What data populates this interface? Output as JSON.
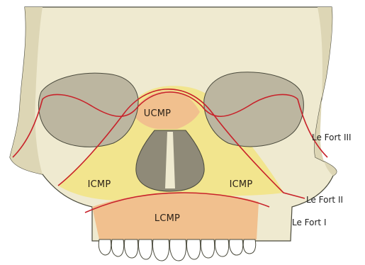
{
  "diagram": {
    "regions": {
      "upper_central": "UCMP",
      "left_lateral": "ICMP",
      "right_lateral": "ICMP",
      "lower_central": "LCMP"
    },
    "fracture_lines": {
      "le_fort_3": "Le Fort III",
      "le_fort_2": "Le Fort II",
      "le_fort_1": "Le Fort I"
    }
  },
  "colors": {
    "bone": "#efead0",
    "bone_shadow": "#ddd6b5",
    "outline": "#4a4a3c",
    "fracture": "#c8222a",
    "region_yellow": "#f2e58e",
    "region_peach": "#f1c08e",
    "cavity": "#bcb6a0",
    "cavity_dark": "#8f8a78",
    "teeth": "#ffffff"
  }
}
